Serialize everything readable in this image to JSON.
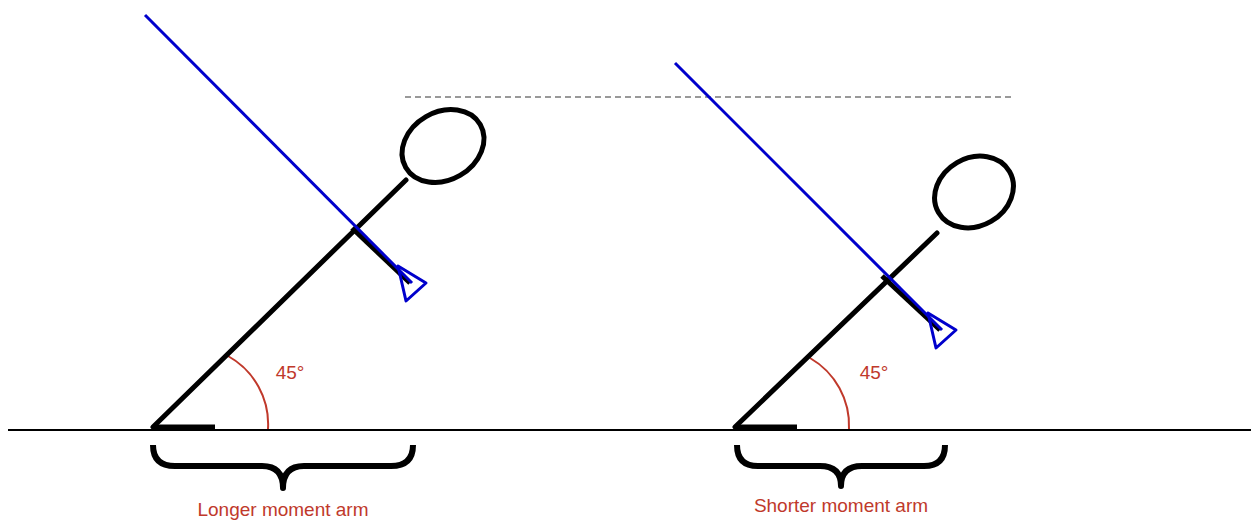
{
  "diagram": {
    "labels": [
      "45°",
      "45°",
      "Longer moment arm",
      "Shorter moment arm"
    ]
  }
}
